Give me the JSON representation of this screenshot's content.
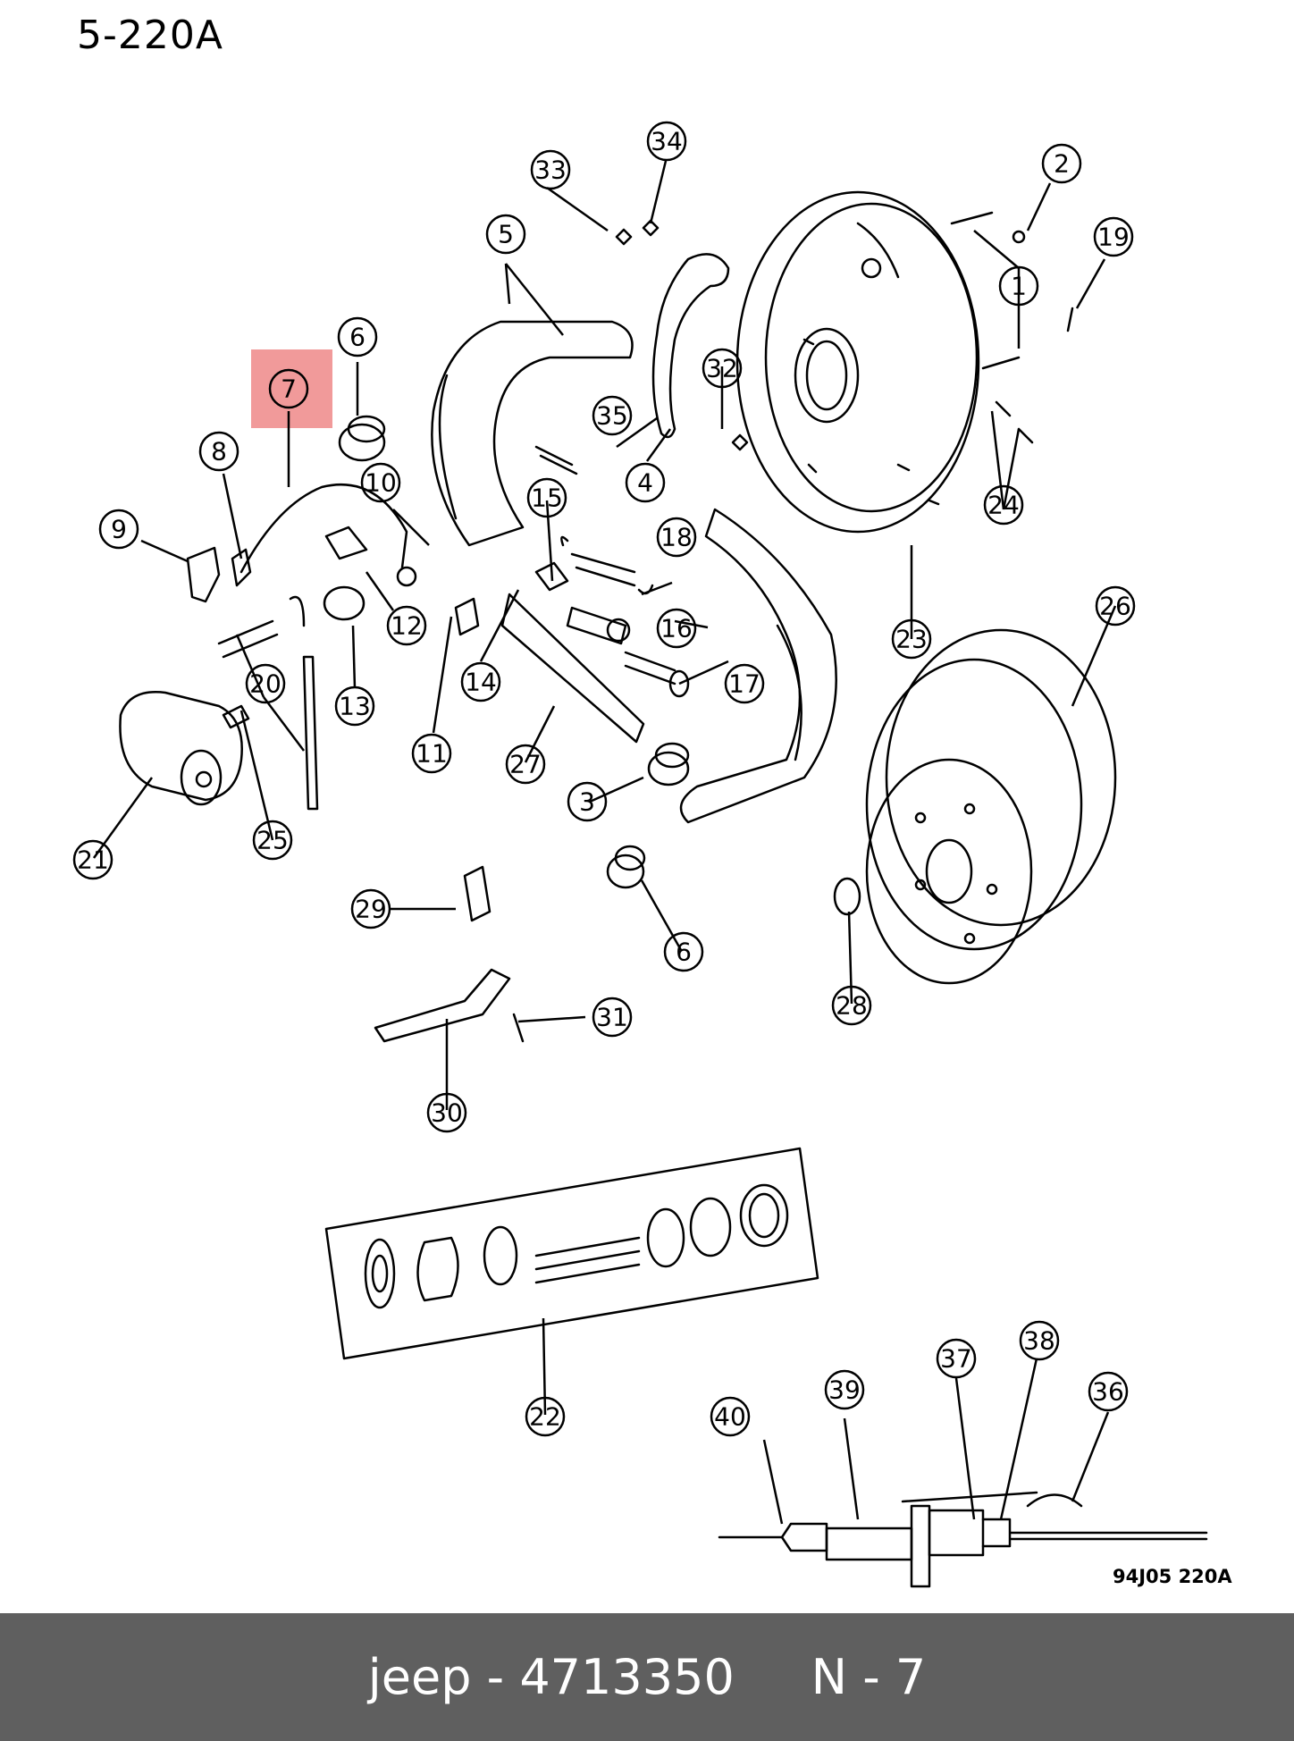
{
  "sheet_code": "5-220A",
  "footer_code": "94J05 220A",
  "highlighted_callout": "7",
  "callouts": [
    "1",
    "2",
    "3",
    "4",
    "5",
    "6",
    "6",
    "7",
    "8",
    "9",
    "10",
    "11",
    "12",
    "13",
    "14",
    "15",
    "16",
    "17",
    "18",
    "19",
    "20",
    "21",
    "22",
    "23",
    "24",
    "25",
    "26",
    "27",
    "28",
    "29",
    "30",
    "31",
    "32",
    "33",
    "34",
    "35",
    "36",
    "37",
    "38",
    "39",
    "40"
  ],
  "caption": {
    "brand": "jeep",
    "separator": " - ",
    "part_number": "4713350",
    "gap": "     ",
    "ref": "N - 7"
  },
  "colors": {
    "highlight": "#ee8888",
    "caption_bar": "#5f5f5f",
    "caption_text": "#ffffff"
  }
}
